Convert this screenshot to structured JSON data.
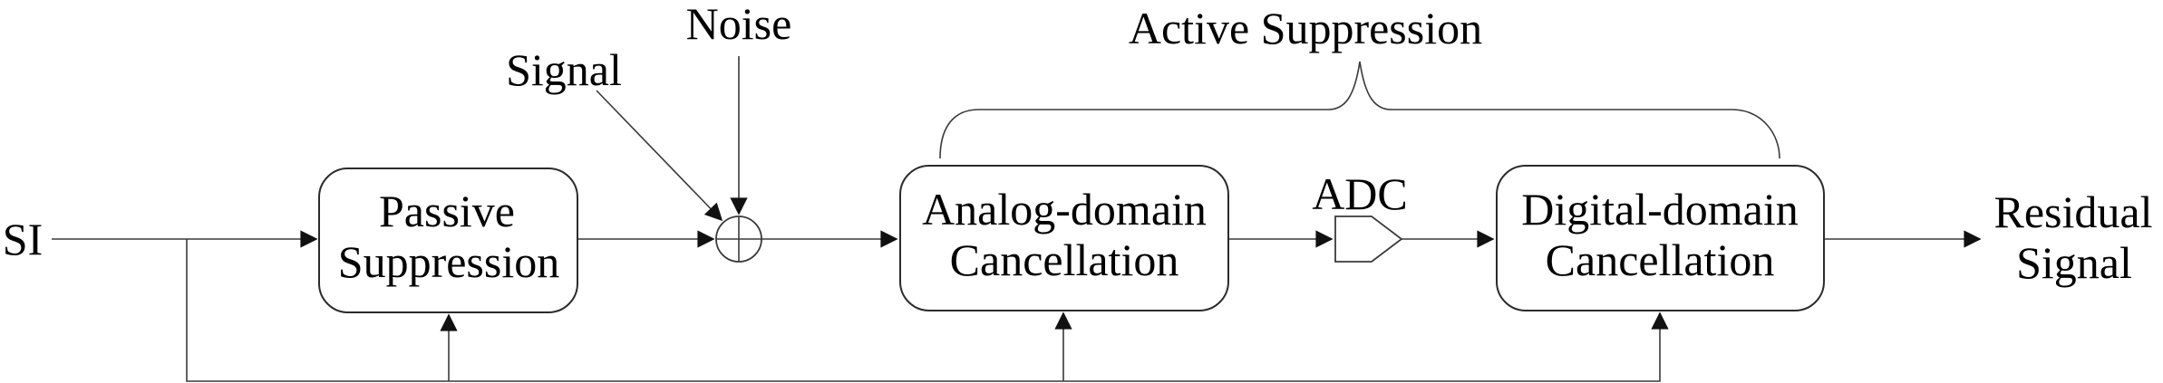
{
  "figure": {
    "background": "#ffffff",
    "labels": {
      "input": "SI",
      "signal": "Signal",
      "noise": "Noise",
      "active_suppression": "Active Suppression",
      "adc": "ADC",
      "output_line1": "Residual",
      "output_line2": "Signal"
    },
    "blocks": {
      "passive": {
        "line1": "Passive",
        "line2": "Suppression"
      },
      "analog": {
        "line1": "Analog-domain",
        "line2": "Cancellation"
      },
      "digital": {
        "line1": "Digital-domain",
        "line2": "Cancellation"
      }
    },
    "icons": {
      "sum_junction": "plus-in-circle",
      "adc": "pentagon-right-point",
      "arrowhead": "filled-triangle",
      "grouping": "curly-brace-over-active-suppression"
    },
    "colors": {
      "line": "#3a3a3a",
      "box_border": "#2b2b2b",
      "arrow_fill": "#111111",
      "text": "#000000",
      "background": "#ffffff"
    }
  }
}
